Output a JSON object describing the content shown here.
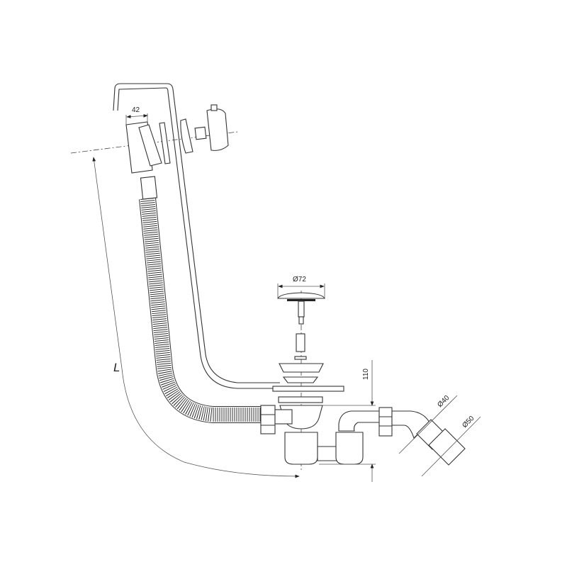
{
  "diagram": {
    "title": "Bathtub waste and overflow set - technical drawing",
    "dimensions": {
      "overflow_depth": "42",
      "plug_diameter": "Ø72",
      "drain_height": "110",
      "outlet_inner": "Ø40",
      "outlet_outer": "Ø50",
      "length": "L"
    }
  }
}
